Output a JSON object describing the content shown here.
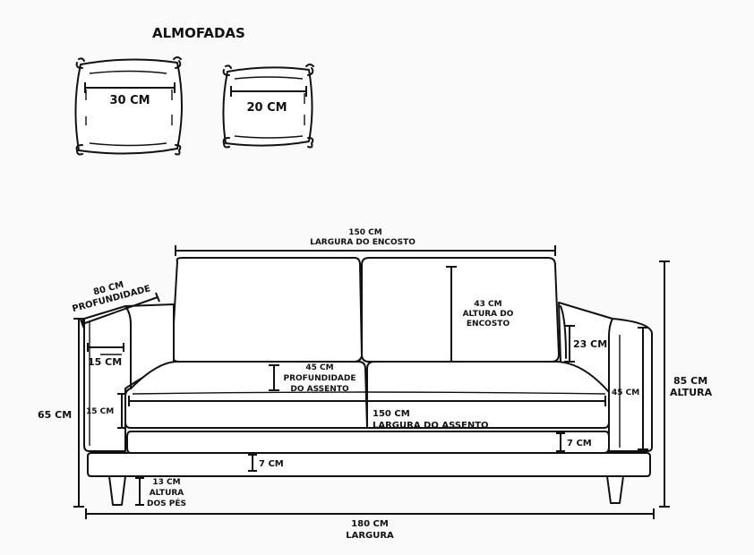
{
  "title": "ALMOFADAS",
  "pillow_large": "30 CM",
  "pillow_small": "20 CM",
  "backrest_width": {
    "value": "150 CM",
    "label": "LARGURA DO ENCOSTO"
  },
  "depth": {
    "value": "80 CM",
    "label": "PROFUNDIDADE"
  },
  "backrest_height": {
    "value": "43 CM",
    "line1": "ALTURA DO",
    "line2": "ENCOSTO"
  },
  "arm_drop": "23 CM",
  "seat_depth": {
    "value": "45 CM",
    "line1": "PROFUNDIDADE",
    "line2": "DO ASSENTO"
  },
  "arm_width": "15 CM",
  "arm_height_left": "15 CM",
  "arm_height_right": "45 CM",
  "total_height": {
    "value": "85 CM",
    "label": "ALTURA"
  },
  "side_height": "65 CM",
  "seat_width": {
    "value": "150 CM",
    "label": "LARGURA DO ASSENTO"
  },
  "cushion_thickness": "7 CM",
  "base_thickness": "7 CM",
  "feet": {
    "value": "13 CM",
    "line1": "ALTURA",
    "line2": "DOS PÉS"
  },
  "total_width": {
    "value": "180 CM",
    "label": "LARGURA"
  }
}
